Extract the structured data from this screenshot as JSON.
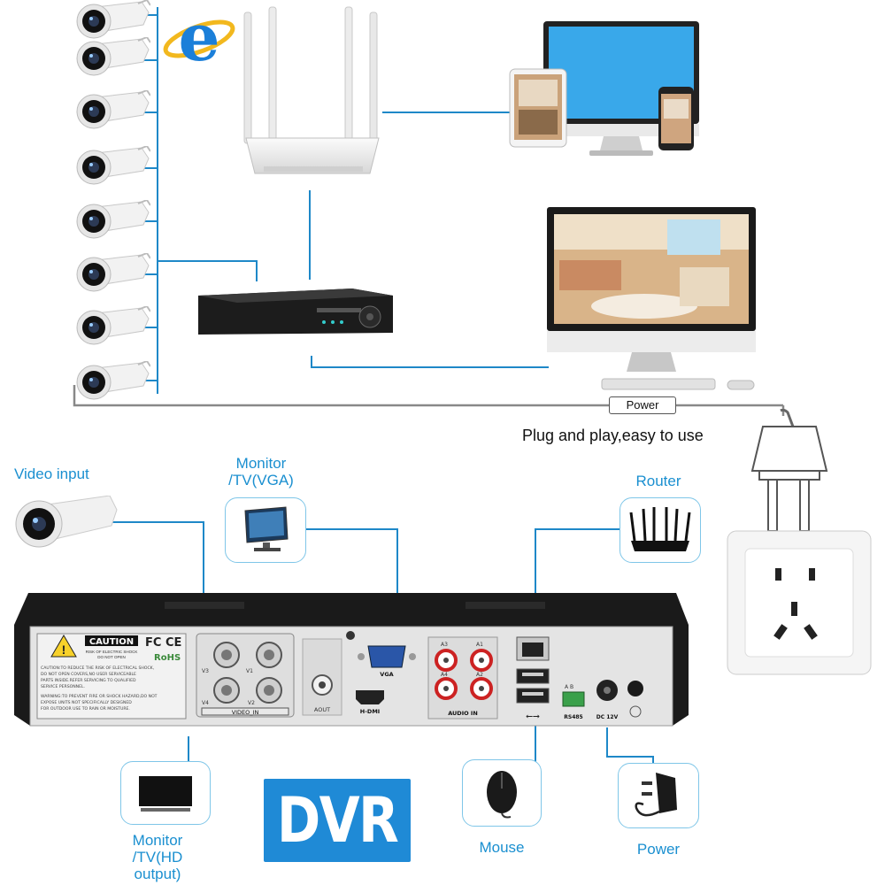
{
  "top": {
    "power_label": "Power",
    "tagline": "Plug and play,easy to use"
  },
  "labels": {
    "video_input": "Video input",
    "monitor_vga": "Monitor\n/TV(VGA)",
    "router": "Router",
    "monitor_hdmi": "Monitor\n/TV(HD\noutput)",
    "mouse": "Mouse",
    "power": "Power"
  },
  "dvr_badge": "DVR",
  "panel": {
    "caution_title": "CAUTION",
    "caution_lines": [
      "RISK OF ELECTRIC SHOCK",
      "DO NOT OPEN"
    ],
    "warning_text": [
      "CAUTION:TO REDUCE THE RISK OF ELECTRICAL SHOCK,",
      "DO NOT OPEN COVERS,NO USER SERVICEABLE",
      "PARTS INSIDE.REFER SERVICING TO QUALIFIED",
      "SERVICE PERSONNEL.",
      "WARNING:TO PREVENT FIRE OR SHOCK HAZARD,DO NOT",
      "EXPOSE UNITS NOT SPECIFICALLY DESIGNED",
      "FOR OUTDOOR USE TO RAIN OR MOISTURE."
    ],
    "fcc": "FC CE",
    "rohs": "RoHS",
    "bnc_labels": [
      "V3",
      "V1",
      "V4",
      "V2"
    ],
    "video_in": "VIDEO_IN",
    "aout": "AOUT",
    "vga": "VGA",
    "hdmi": "H-DMI",
    "audio_in": "AUDIO IN",
    "audio_labels": [
      "A3",
      "A1",
      "A4",
      "A2"
    ],
    "rs485_ab": "A  B",
    "rs485": "RS485",
    "dc12v": "DC 12V"
  },
  "colors": {
    "accent": "#1a8fd0",
    "wire": "#1e88c8",
    "badge": "#1f8ad6"
  }
}
